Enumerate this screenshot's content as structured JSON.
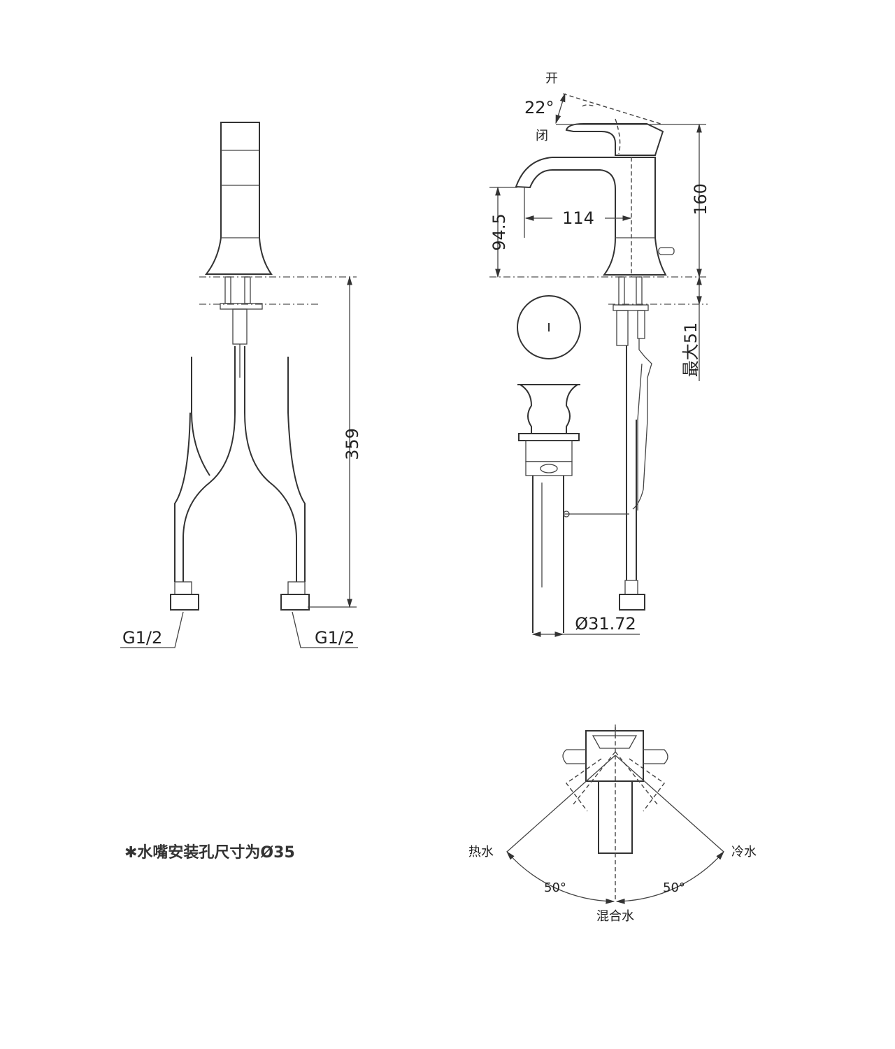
{
  "left_view": {
    "dim_height": "359",
    "inlet_left": "G1/2",
    "inlet_right": "G1/2"
  },
  "side_view": {
    "open_label": "开",
    "angle_label": "22°",
    "closed_label": "闭",
    "dim_height_total": "160",
    "dim_spout_height": "94.5",
    "dim_reach": "114",
    "dim_max_thickness": "最大51",
    "dim_drain_diameter": "Ø31.72"
  },
  "top_view": {
    "hot_label": "热水",
    "cold_label": "冷水",
    "angle_left": "50°",
    "angle_right": "50°",
    "mixed_label": "混合水"
  },
  "note": "✱水嘴安装孔尺寸为Ø35"
}
